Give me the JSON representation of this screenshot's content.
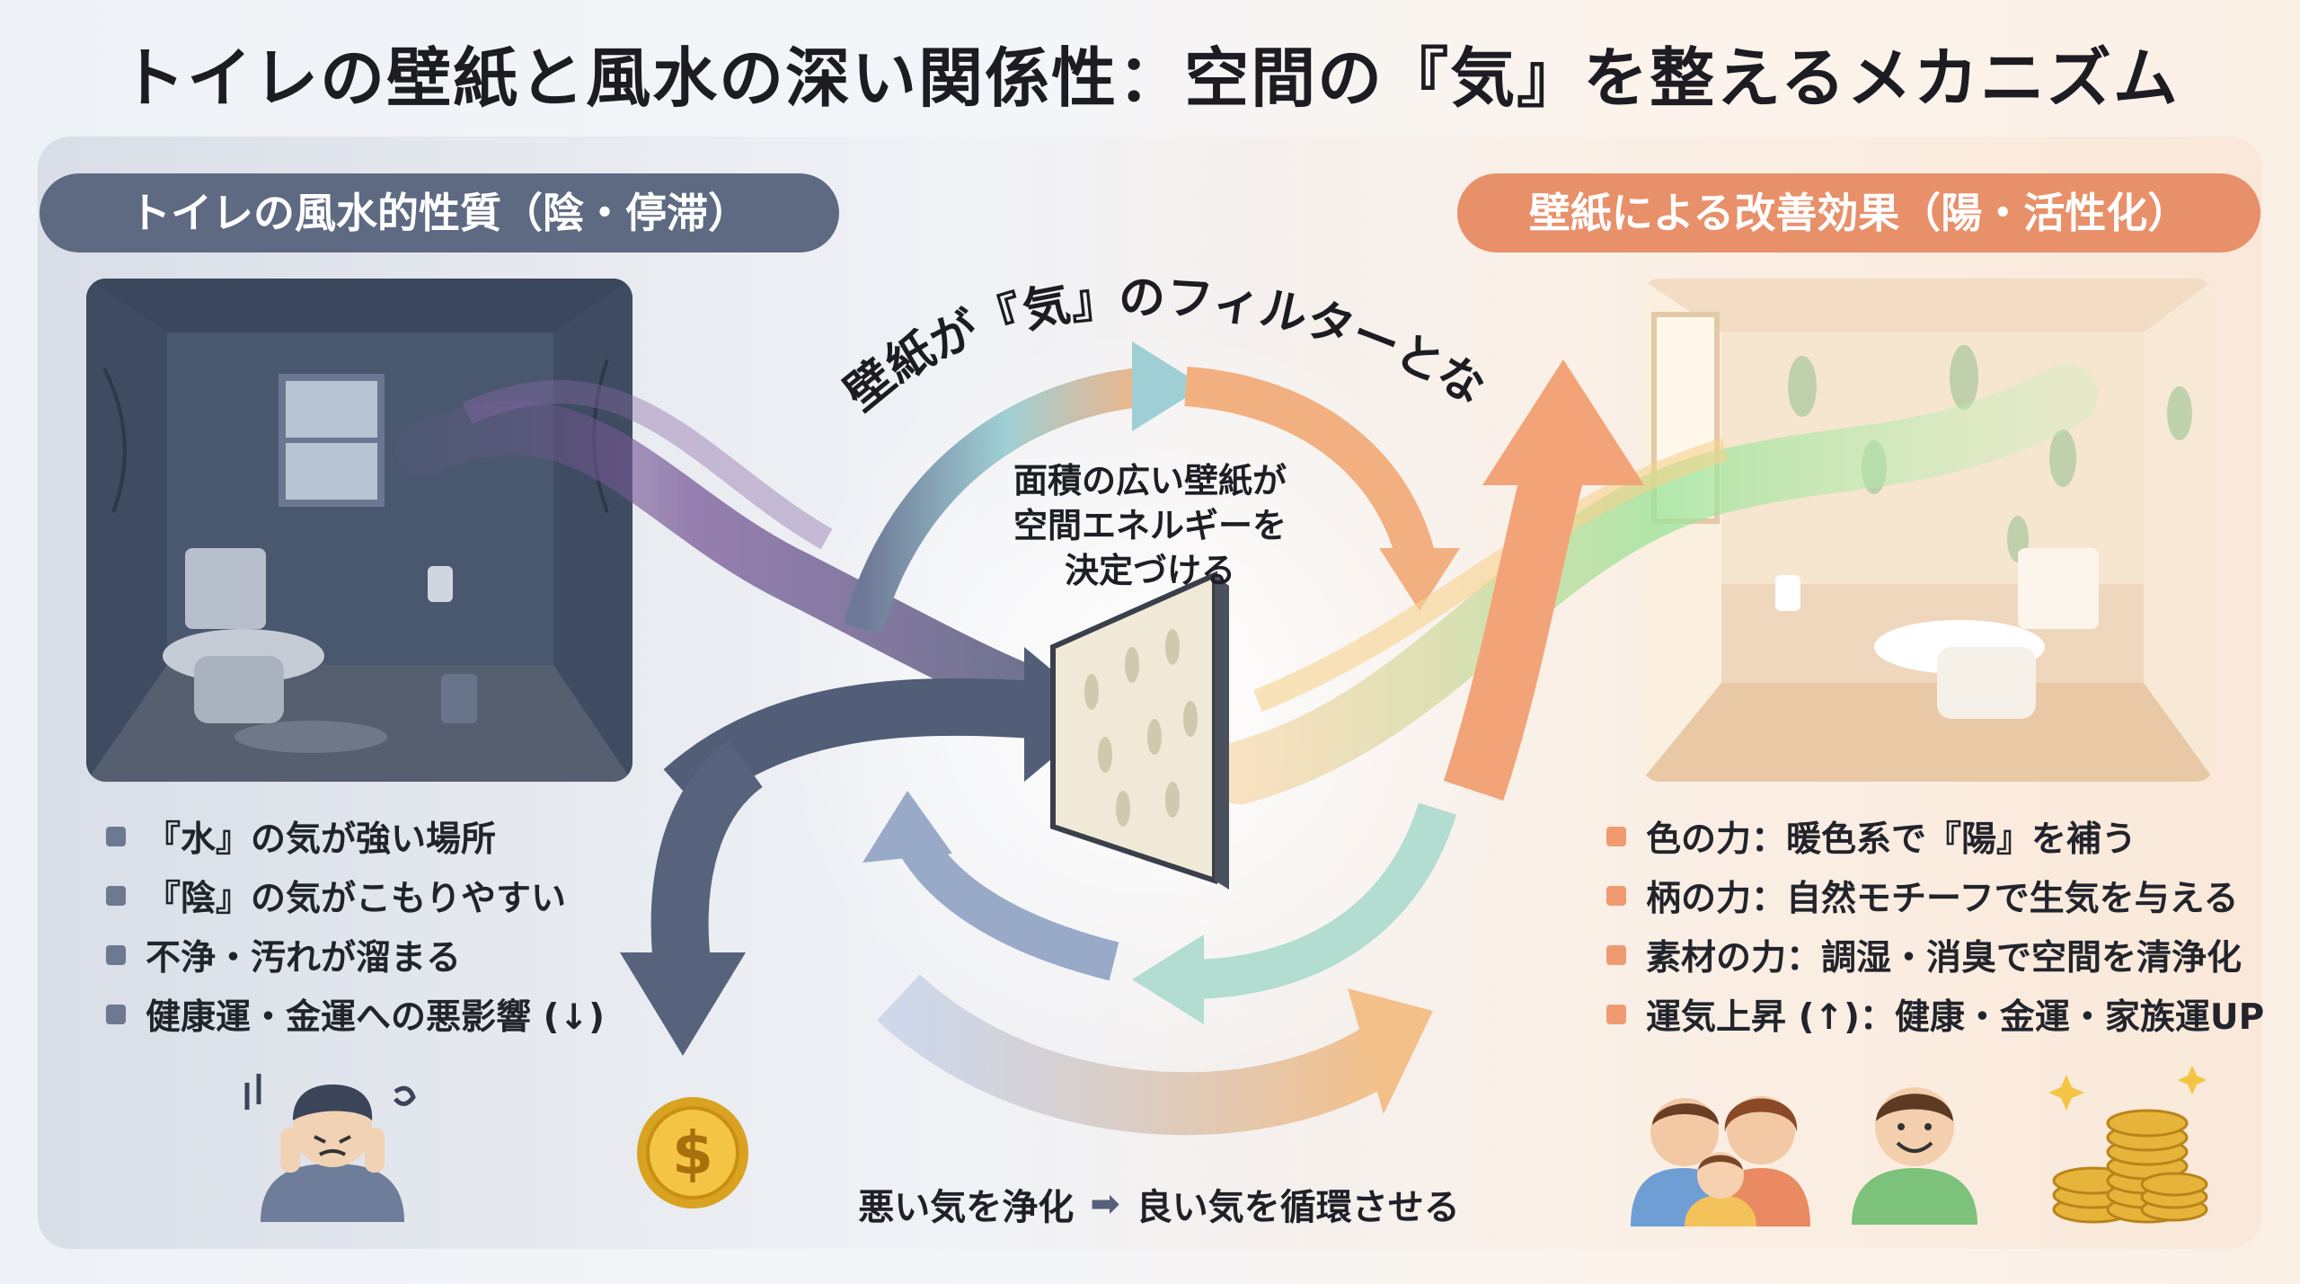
{
  "title": "トイレの壁紙と風水の深い関係性：空間の『気』を整えるメカニズム",
  "left": {
    "header": "トイレの風水的性質（陰・停滞）",
    "items": [
      "『水』の気が強い場所",
      "『陰』の気がこもりやすい",
      "不浄・汚れが溜まる",
      "健康運・金運への悪影響 (↓)"
    ]
  },
  "right": {
    "header": "壁紙による改善効果（陽・活性化）",
    "items": [
      "色の力：暖色系で『陽』を補う",
      "柄の力：自然モチーフで生気を与える",
      "素材の力：調湿・消臭で空間を清浄化",
      "運気上昇 (↑)：健康・金運・家族運UP"
    ]
  },
  "center": {
    "arc_label": "壁紙が『気』のフィルターとなる",
    "wall_label_1": "面積の広い壁紙が",
    "wall_label_2": "空間エネルギーを",
    "wall_label_3": "決定づける",
    "flow_left": "悪い気を浄化",
    "flow_arrow": "➡",
    "flow_right": "良い気を循環させる"
  },
  "colors": {
    "left_accent": "#5d6a82",
    "right_accent": "#e8906a",
    "bad_energy": "#7a5a9a",
    "good_energy": "#8fd98a"
  },
  "icons": {
    "stressed_person": "stressed-person-icon",
    "dollar_coin": "dollar-coin-icon",
    "family": "family-icon",
    "happy_person": "happy-person-icon",
    "coin_stacks": "coin-stacks-icon"
  }
}
